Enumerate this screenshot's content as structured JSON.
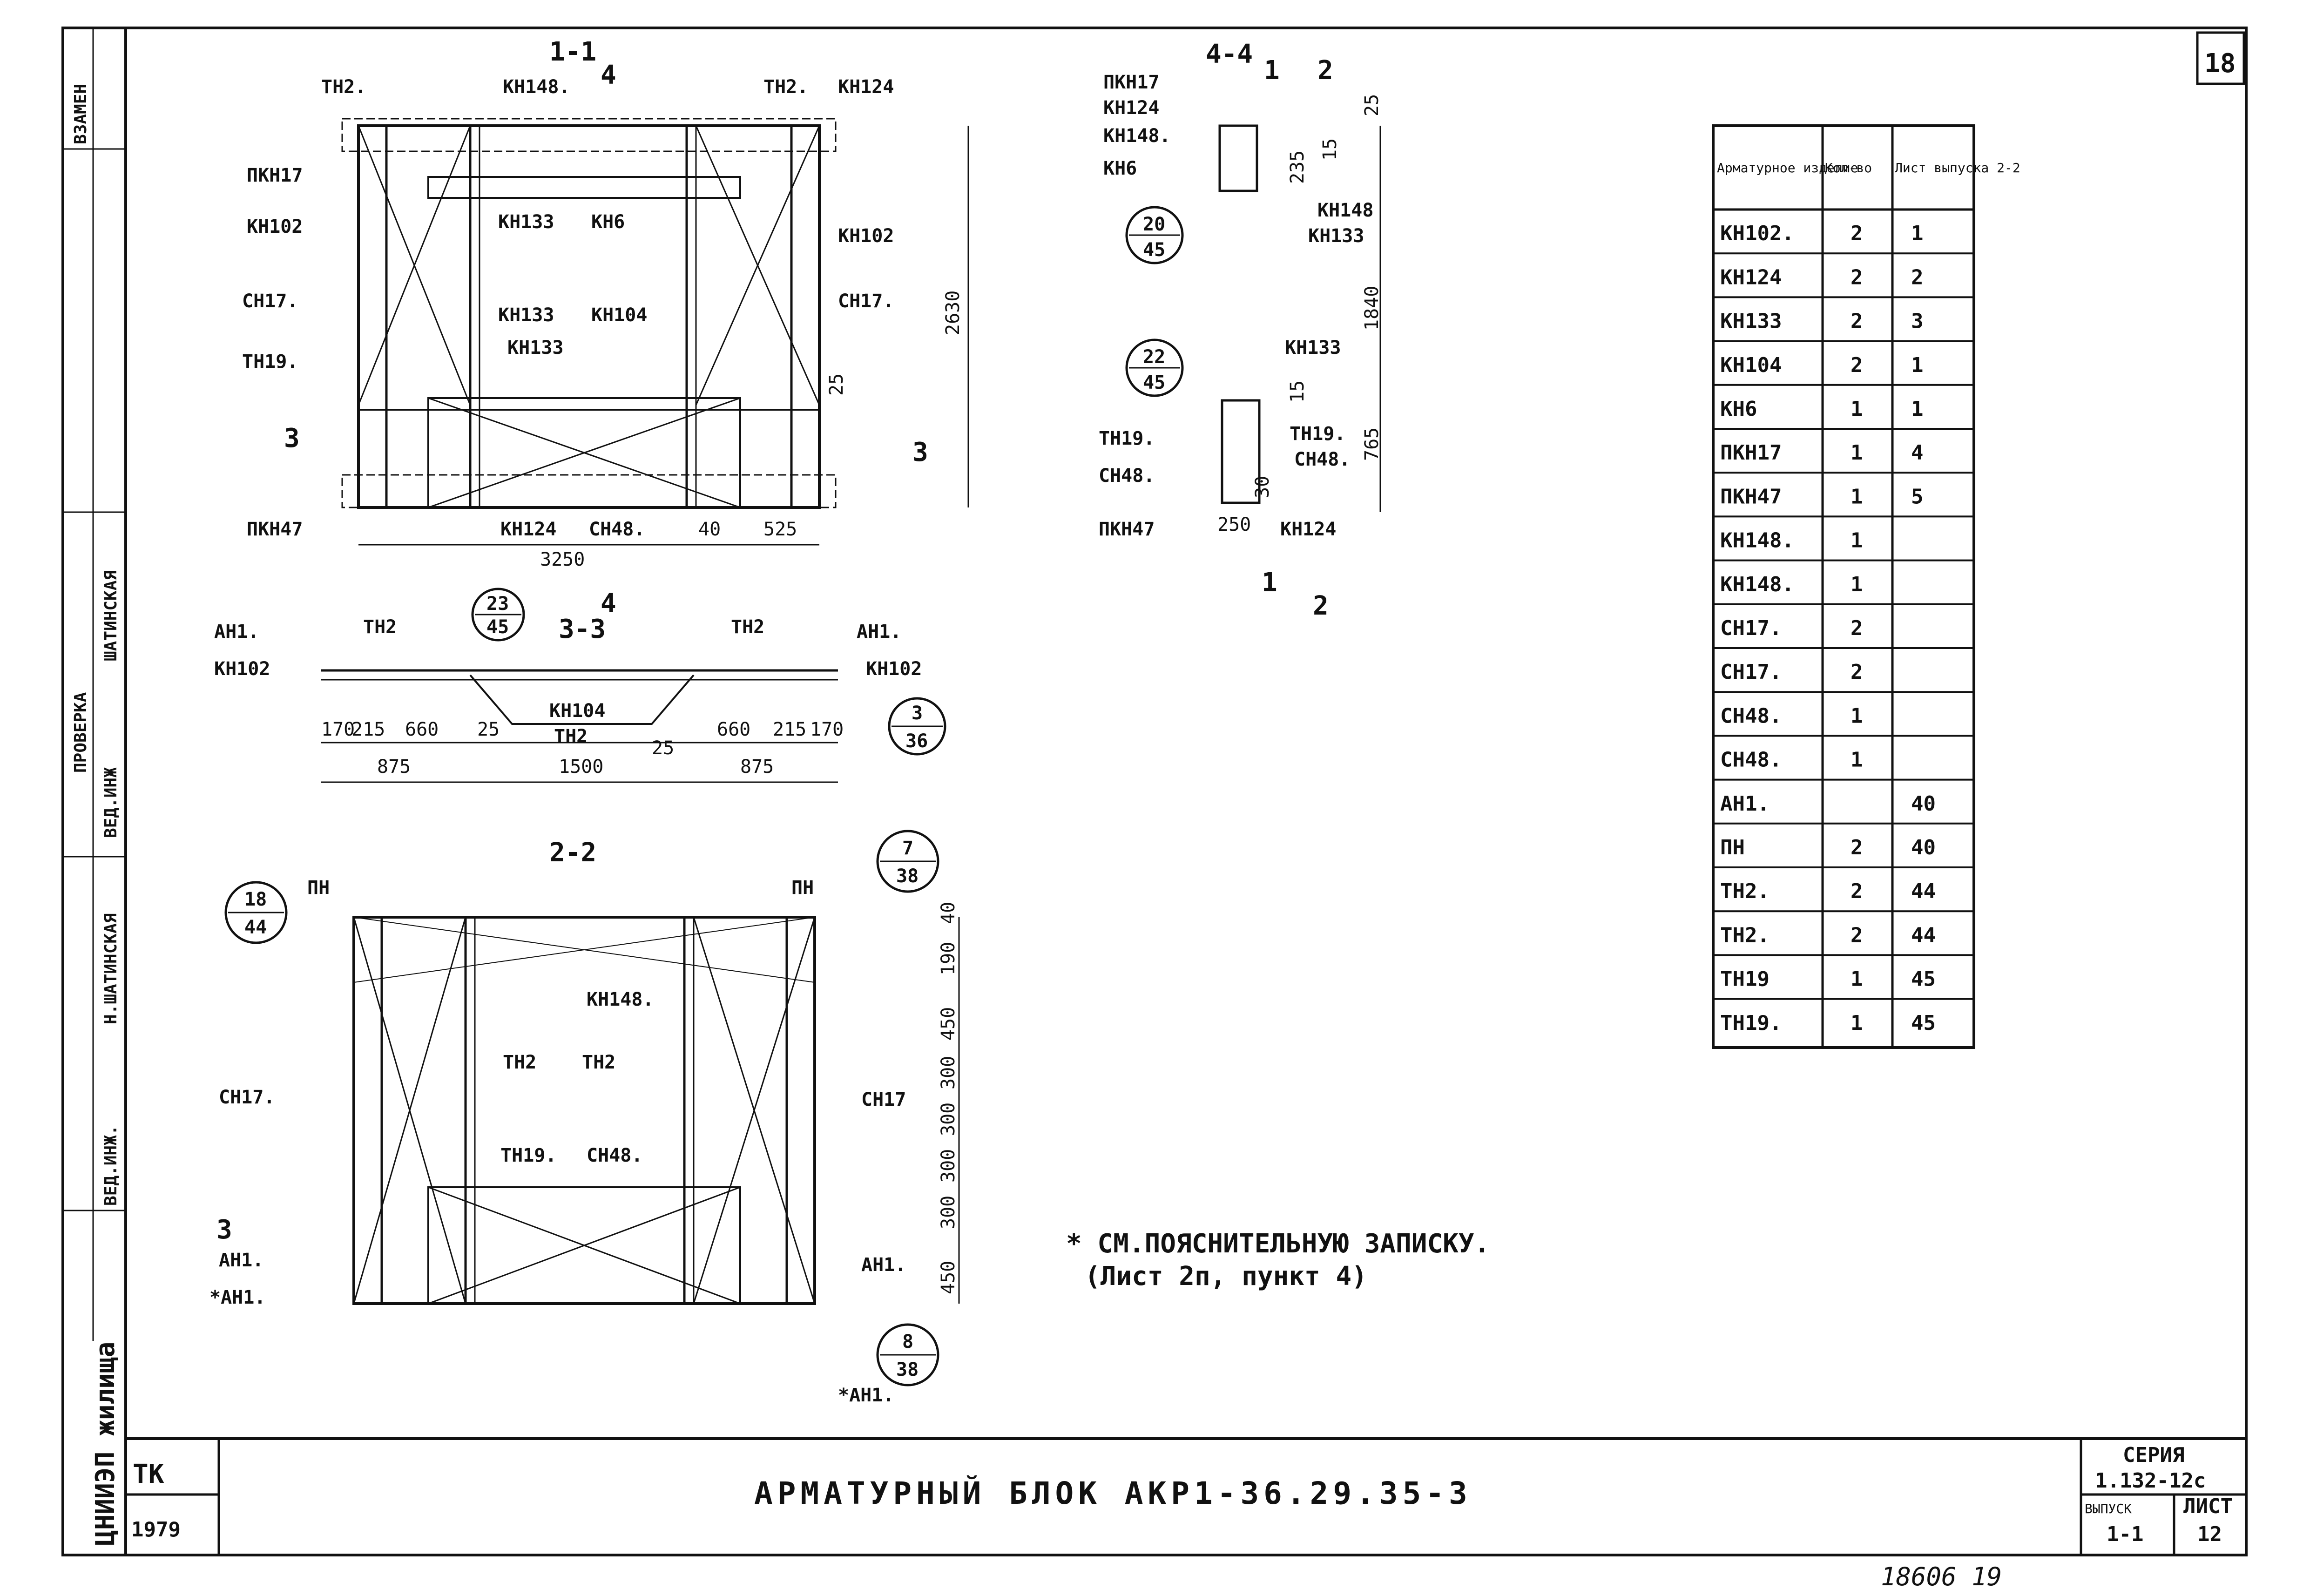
{
  "sheet_number": "18",
  "handwritten_number": "18606  19",
  "title": "АРМАТУРНЫЙ БЛОК АКР1-36.29.35-3",
  "stamp": {
    "org": "ТК",
    "year": "1979",
    "series_label": "СЕРИЯ",
    "series_value": "1.132-12с",
    "issue_label": "ВЫПУСК",
    "issue_value": "1-1",
    "sheet_label": "ЛИСТ",
    "sheet_value": "12"
  },
  "left_margin": {
    "replace": "ВЗАМЕН",
    "check": "ПРОВЕРКА",
    "lead_eng_1": "ВЕД.ИНЖ",
    "name_1": "ШАТИНСКАЯ",
    "lead_eng_2": "ВЕД.ИНЖ.",
    "name_2": "Н.ШАТИНСКАЯ",
    "institute": "ЦНИИЭП жилища"
  },
  "note": {
    "line1": "* СМ.ПОЯСНИТЕЛЬНУЮ ЗАПИСКУ.",
    "line2": "(Лист 2п,  пункт 4)"
  },
  "table": {
    "headers": [
      "Арматурное изделие",
      "Кол-во",
      "Лист выпуска 2-2"
    ],
    "rows": [
      [
        "КН102.",
        "2",
        "1"
      ],
      [
        "КН124",
        "2",
        "2"
      ],
      [
        "КН133",
        "2",
        "3"
      ],
      [
        "КН104",
        "2",
        "1"
      ],
      [
        "КН6",
        "1",
        "1"
      ],
      [
        "ПКН17",
        "1",
        "4"
      ],
      [
        "ПКН47",
        "1",
        "5"
      ],
      [
        "КН148.",
        "1",
        ""
      ],
      [
        "КН148.",
        "1",
        ""
      ],
      [
        "СН17.",
        "2",
        ""
      ],
      [
        "СН17.",
        "2",
        ""
      ],
      [
        "СН48.",
        "1",
        ""
      ],
      [
        "СН48.",
        "1",
        ""
      ],
      [
        "АН1.",
        "",
        "40"
      ],
      [
        "ПН",
        "2",
        "40"
      ],
      [
        "ТН2.",
        "2",
        "44"
      ],
      [
        "ТН2.",
        "2",
        "44"
      ],
      [
        "ТН19",
        "1",
        "45"
      ],
      [
        "ТН19.",
        "1",
        "45"
      ]
    ]
  },
  "view_1_1": {
    "title": "1-1",
    "labels": [
      "ТН2.",
      "КН148.",
      "ТН2.",
      "КН124",
      "ПКН17",
      "КН102",
      "КН133",
      "КН6",
      "КН102",
      "СН17.",
      "КН133",
      "КН104",
      "СН17.",
      "КН133",
      "ТН19.",
      "ПКН47",
      "КН124",
      "СН48."
    ],
    "dims": [
      "2630",
      "3250",
      "40",
      "525",
      "25"
    ],
    "cut_marks": [
      "4",
      "4",
      "3",
      "3"
    ]
  },
  "view_3_3": {
    "title": "3-3",
    "labels": [
      "АН1.",
      "ТН2",
      "ТН2",
      "АН1.",
      "КН102",
      "КН104",
      "ТН2",
      "КН102"
    ],
    "dims": [
      "170",
      "215",
      "660",
      "25",
      "25",
      "660",
      "215",
      "170",
      "875",
      "1500",
      "875"
    ],
    "callout_top": "23",
    "callout_bottom": "45",
    "callout2_top": "3",
    "callout2_bottom": "36"
  },
  "view_4_4": {
    "title": "4-4",
    "labels": [
      "ПКН17",
      "КН124",
      "КН148.",
      "КН6",
      "КН148",
      "КН133",
      "КН133",
      "ТН19.",
      "ТН19.",
      "СН48.",
      "СН48.",
      "ПКН47",
      "КН124"
    ],
    "dims": [
      "25",
      "235",
      "15",
      "1840",
      "15",
      "765",
      "30",
      "250"
    ],
    "callout1_top": "20",
    "callout1_bottom": "45",
    "callout2_top": "22",
    "callout2_bottom": "45",
    "cut_marks": [
      "1",
      "2",
      "1",
      "2"
    ]
  },
  "view_2_2": {
    "title": "2-2",
    "labels": [
      "ПН",
      "ПН",
      "КН148.",
      "ТН2",
      "ТН2",
      "СН17.",
      "СН17",
      "ТН19.",
      "СН48.",
      "АН1.",
      "АН1.",
      "*АН1.",
      "*АН1."
    ],
    "dims": [
      "40",
      "190",
      "450",
      "300",
      "300",
      "300",
      "300",
      "450"
    ],
    "callout1_top": "18",
    "callout1_bottom": "44",
    "callout2_top": "7",
    "callout2_bottom": "38",
    "callout3_top": "8",
    "callout3_bottom": "38",
    "cut_marks": [
      "3"
    ]
  }
}
